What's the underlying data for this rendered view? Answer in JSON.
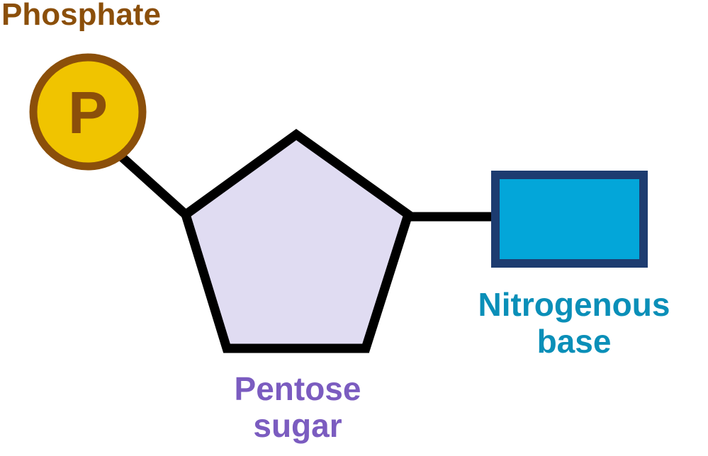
{
  "diagram": {
    "phosphate": {
      "title": "Phosphate",
      "symbol": "P",
      "fill_color": "#f0c400",
      "border_color": "#8b4f0a",
      "text_color": "#8b4f0a"
    },
    "sugar": {
      "line1": "Pentose",
      "line2": "sugar",
      "fill_color": "#e0dcf2",
      "border_color": "#000000",
      "text_color": "#7b5cc0"
    },
    "base": {
      "line1": "Nitrogenous",
      "line2": "base",
      "fill_color": "#03a6d9",
      "border_color": "#1d3c70",
      "text_color": "#0a8fb8"
    },
    "bond_color": "#000000"
  }
}
